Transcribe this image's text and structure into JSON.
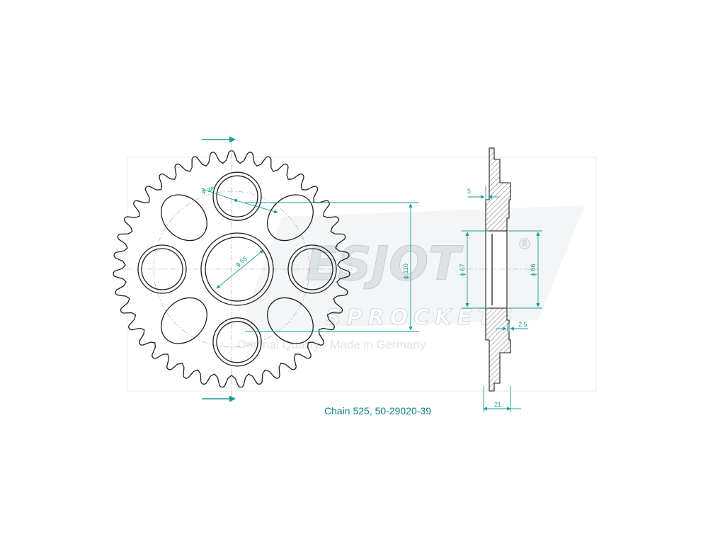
{
  "drawing": {
    "caption": "Chain 525, 50-29020-39",
    "colors": {
      "dimension": "#1a9a9a",
      "outline": "#1e1e1e",
      "watermark": "#d8dee0",
      "caption": "#13818a"
    },
    "front_view": {
      "tooth_count": 39,
      "dimensions": {
        "hole_diameter": "ϕ 38",
        "center_bore": "ϕ 55",
        "bolt_circle": "ϕ 110"
      }
    },
    "side_view": {
      "dimensions": {
        "flange_step": "5",
        "inner_bore": "ϕ 67",
        "hub_diameter": "ϕ 66",
        "offset": "2.5",
        "total_width": "21"
      }
    },
    "watermark": {
      "brand": "ESJOT",
      "registered": "®",
      "subtitle": "SPROCKETS",
      "tagline": "Original Quality - Made in Germany"
    }
  }
}
